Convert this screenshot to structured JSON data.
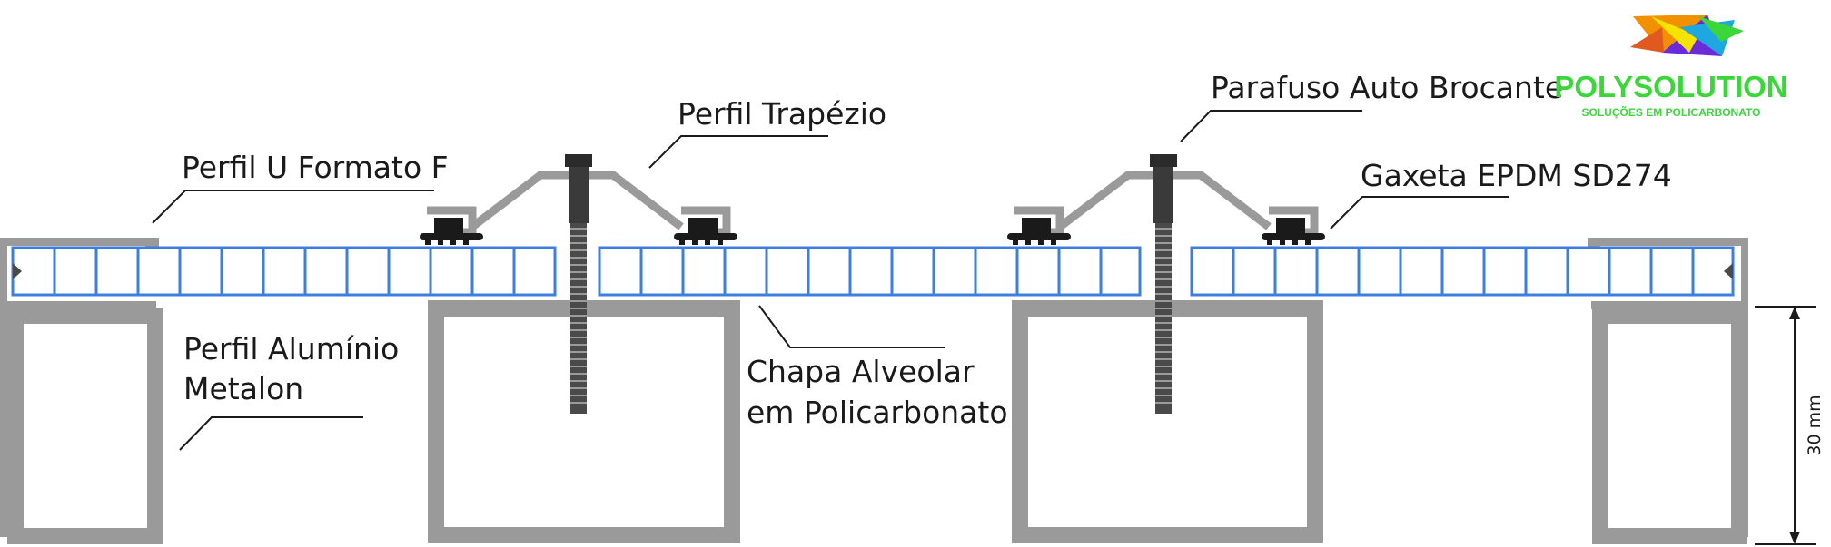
{
  "labels": {
    "perfil_u": "Perfil U Formato F",
    "perfil_trapezio": "Perfil Trapézio",
    "parafuso": "Parafuso Auto Brocante",
    "gaxeta": "Gaxeta  EPDM SD274",
    "perfil_aluminio_line1": "Perfil Alumínio",
    "perfil_aluminio_line2": "Metalon",
    "chapa_line1": "Chapa Alveolar",
    "chapa_line2": "em Policarbonato",
    "dimension": "30 mm"
  },
  "logo": {
    "name": "POLYSOLUTION",
    "tagline": "SOLUÇÕES EM POLICARBONATO",
    "icon": "polysolution-logo-icon"
  },
  "colors": {
    "sheet_blue": "#3d7fe0",
    "profile_grey": "#9a9a9a",
    "gasket_black": "#1a1a1a",
    "bolt_dark": "#3a3a3a",
    "brand_green": "#3ad63a"
  }
}
